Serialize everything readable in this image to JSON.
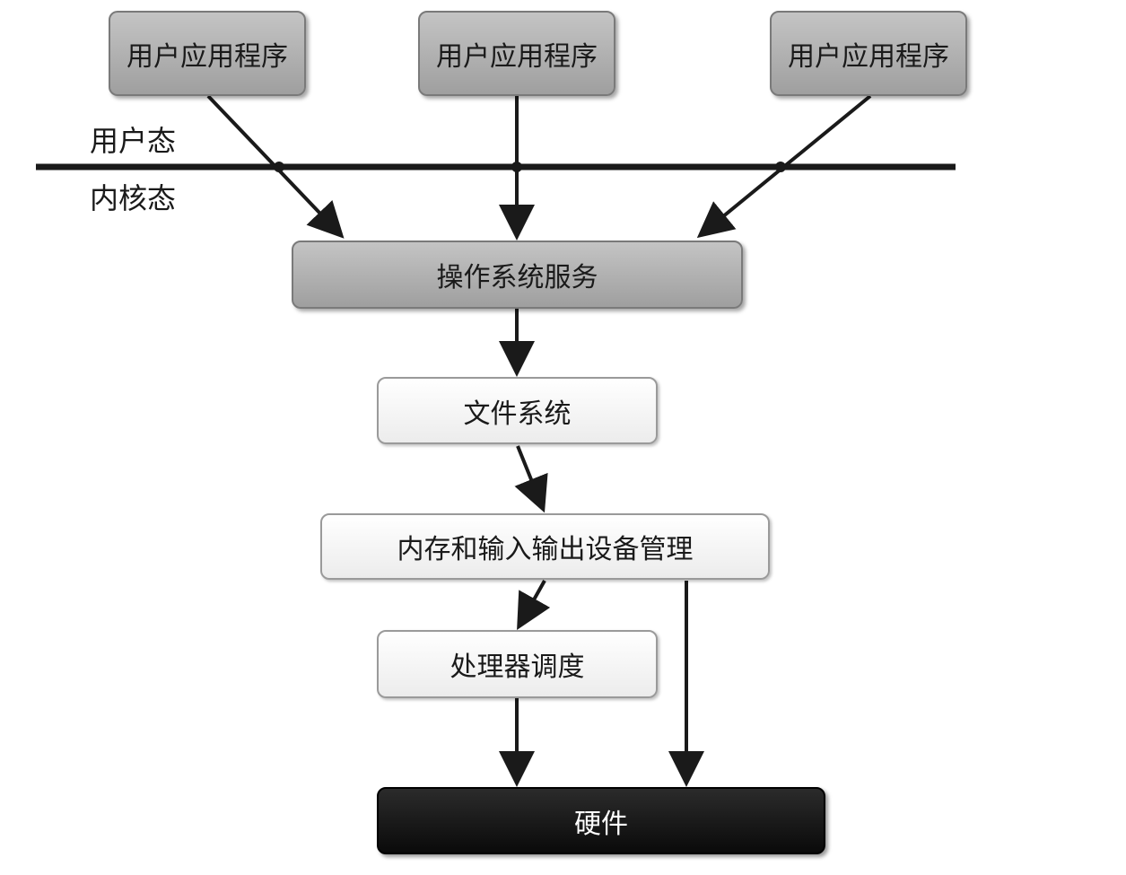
{
  "user_apps": [
    {
      "label": "用户应用程序"
    },
    {
      "label": "用户应用程序"
    },
    {
      "label": "用户应用程序"
    }
  ],
  "mode_labels": {
    "user_mode": "用户态",
    "kernel_mode": "内核态"
  },
  "layers": {
    "os_service": "操作系统服务",
    "file_system": "文件系统",
    "memory_io": "内存和输入输出设备管理",
    "cpu_scheduling": "处理器调度",
    "hardware": "硬件"
  },
  "colors": {
    "app_box": "#b0b0b0",
    "light_box": "#f5f5f5",
    "hardware_box": "#111111",
    "line": "#1a1a1a"
  }
}
